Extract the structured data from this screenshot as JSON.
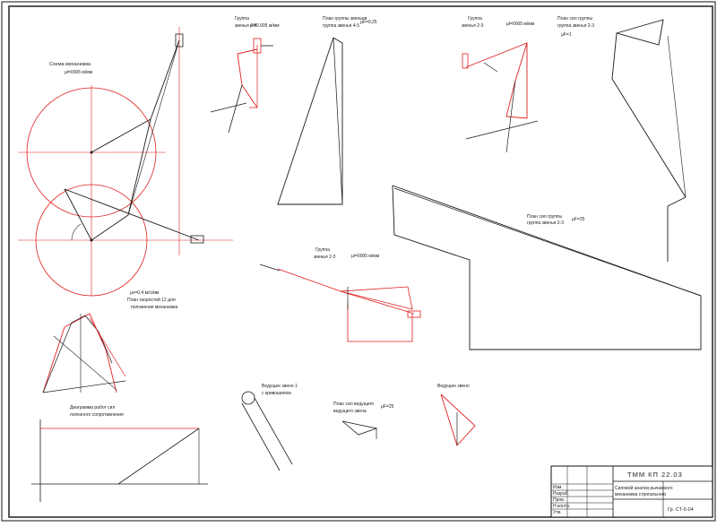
{
  "colors": {
    "ink": "#1a1a1a",
    "accent": "#e02020",
    "frame": "#111111"
  },
  "drawing": {
    "scheme_title": "Схема механизма",
    "scheme_scale": "μl=0005 м/мм",
    "group45_title": "Группа",
    "group45_sub": "звенья 4-5",
    "group45_scale": "μl=0.005 м/мм",
    "plan45_title": "План группы звеньев",
    "plan45_sub": "группа звенья 4-5",
    "plan45_scale": "μF=0,25",
    "group23_title": "Группа",
    "group23_sub": "звенья 2-3",
    "group23_scale": "μl=0005 м/мм",
    "plan23_title": "План сил группы",
    "plan23_sub": "группа звенья 2-3",
    "plan23_scale": "μF=1",
    "group23b_title": "Группа",
    "group23b_sub": "звенья 2-3",
    "group23b_scale": "μl=0005 м/мм",
    "plan23b_title": "План сил группы",
    "plan23b_sub": "группа звенья 2-3",
    "plan23b_scale": "μF=25",
    "speed_title": "μv=0,4 м/с/мм",
    "speed_sub": "План скоростей 12 для",
    "speed_sub2": "положения механизма",
    "diagram_title": "Диаграмма работ сил",
    "diagram_sub": "полезного сопротивления",
    "lead_title": "Ведущее звено 1",
    "lead_sub": "с кривошипом",
    "leadplan_title": "План сил ведущего",
    "leadplan_sub": "ведущего звена",
    "leadplan_scale": "μF=25",
    "lead2_title": "Ведущее звено",
    "stamp": {
      "code": "ТММ  КП  22.03",
      "desc1": "Силовой анализ рычажного",
      "desc2": "механизма строгального",
      "group": "Гр. СТ-5-04",
      "row1": "Изм.",
      "row2": "Разраб.",
      "row3": "Пров.",
      "row4": "Н.контр.",
      "row5": "Утв."
    }
  }
}
